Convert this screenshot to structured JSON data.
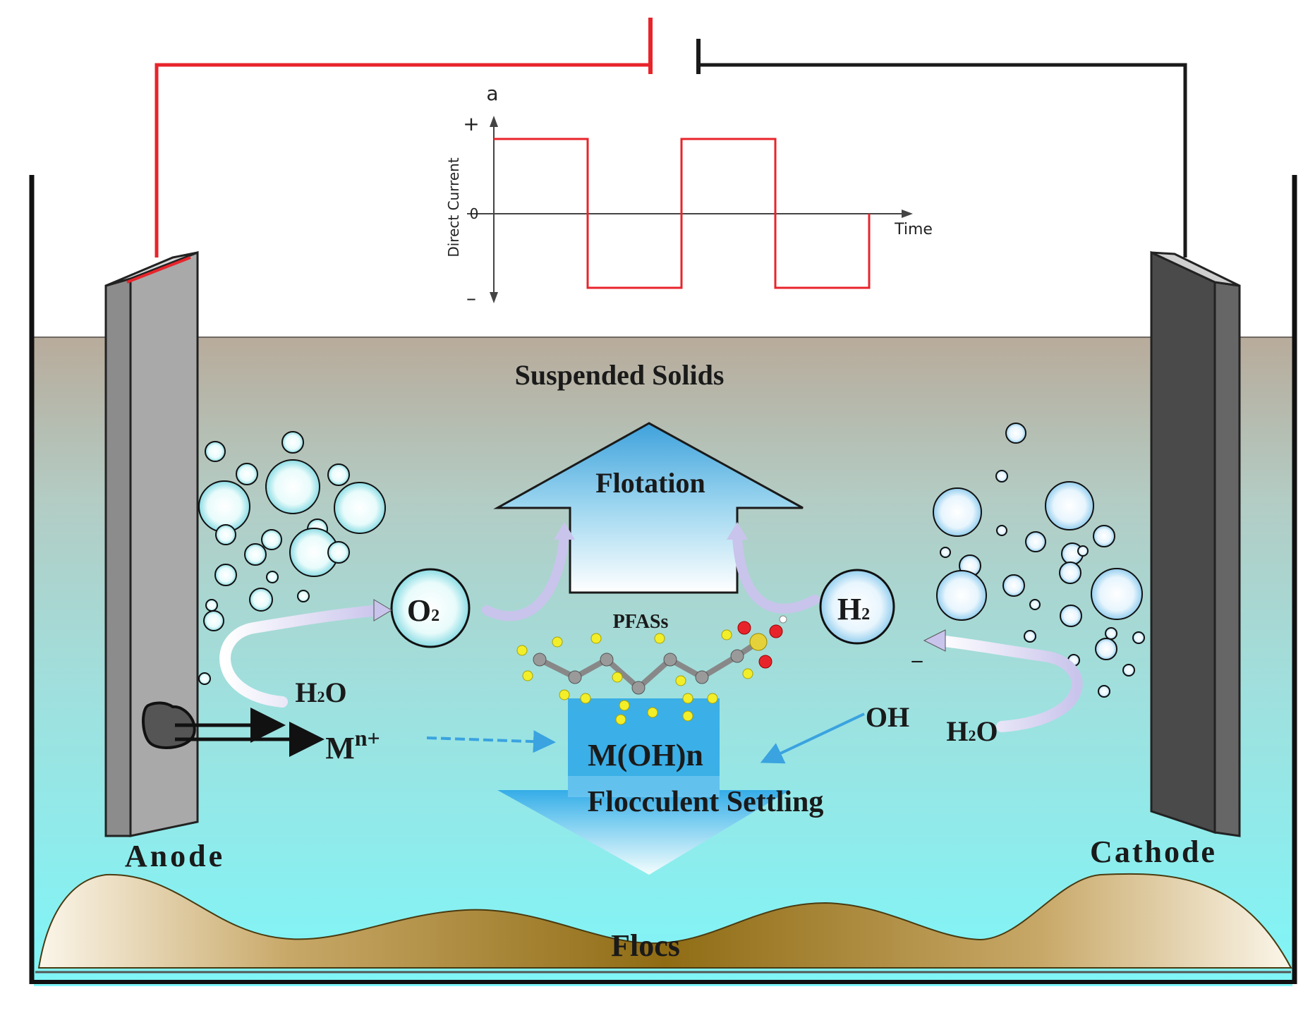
{
  "graph": {
    "title": "a",
    "y_axis_label": "Direct Current",
    "y_plus": "+",
    "y_zero": "0",
    "y_minus": "–",
    "x_axis_label": "Time",
    "waveform_color": "#e8242b"
  },
  "labels": {
    "suspended_solids": "Suspended Solids",
    "flotation": "Flotation",
    "pfas": "PFASs",
    "o2": "O",
    "o2_sub": "2",
    "h2": "H",
    "h2_sub": "2",
    "h2o_left": "H",
    "h2o_left_sub": "2",
    "h2o_left_o": "O",
    "h2o_right": "H",
    "h2o_right_sub": "2",
    "h2o_right_o": "O",
    "oh": "OH",
    "oh_charge": "–",
    "metal_ion": "M",
    "metal_ion_sup": "n+",
    "hydroxide": "M(OH)n",
    "settling": "Flocculent Settling",
    "anode": "Anode",
    "cathode": "Cathode",
    "flocs": "Flocs"
  },
  "colors": {
    "positive_wire": "#e8242b",
    "negative_wire": "#1a1a1a",
    "water_top": "#b9ad9c",
    "water_bottom": "#7ff4f6",
    "flocs": "#9a7a22",
    "arrow_blue": "#3aa3e0"
  }
}
